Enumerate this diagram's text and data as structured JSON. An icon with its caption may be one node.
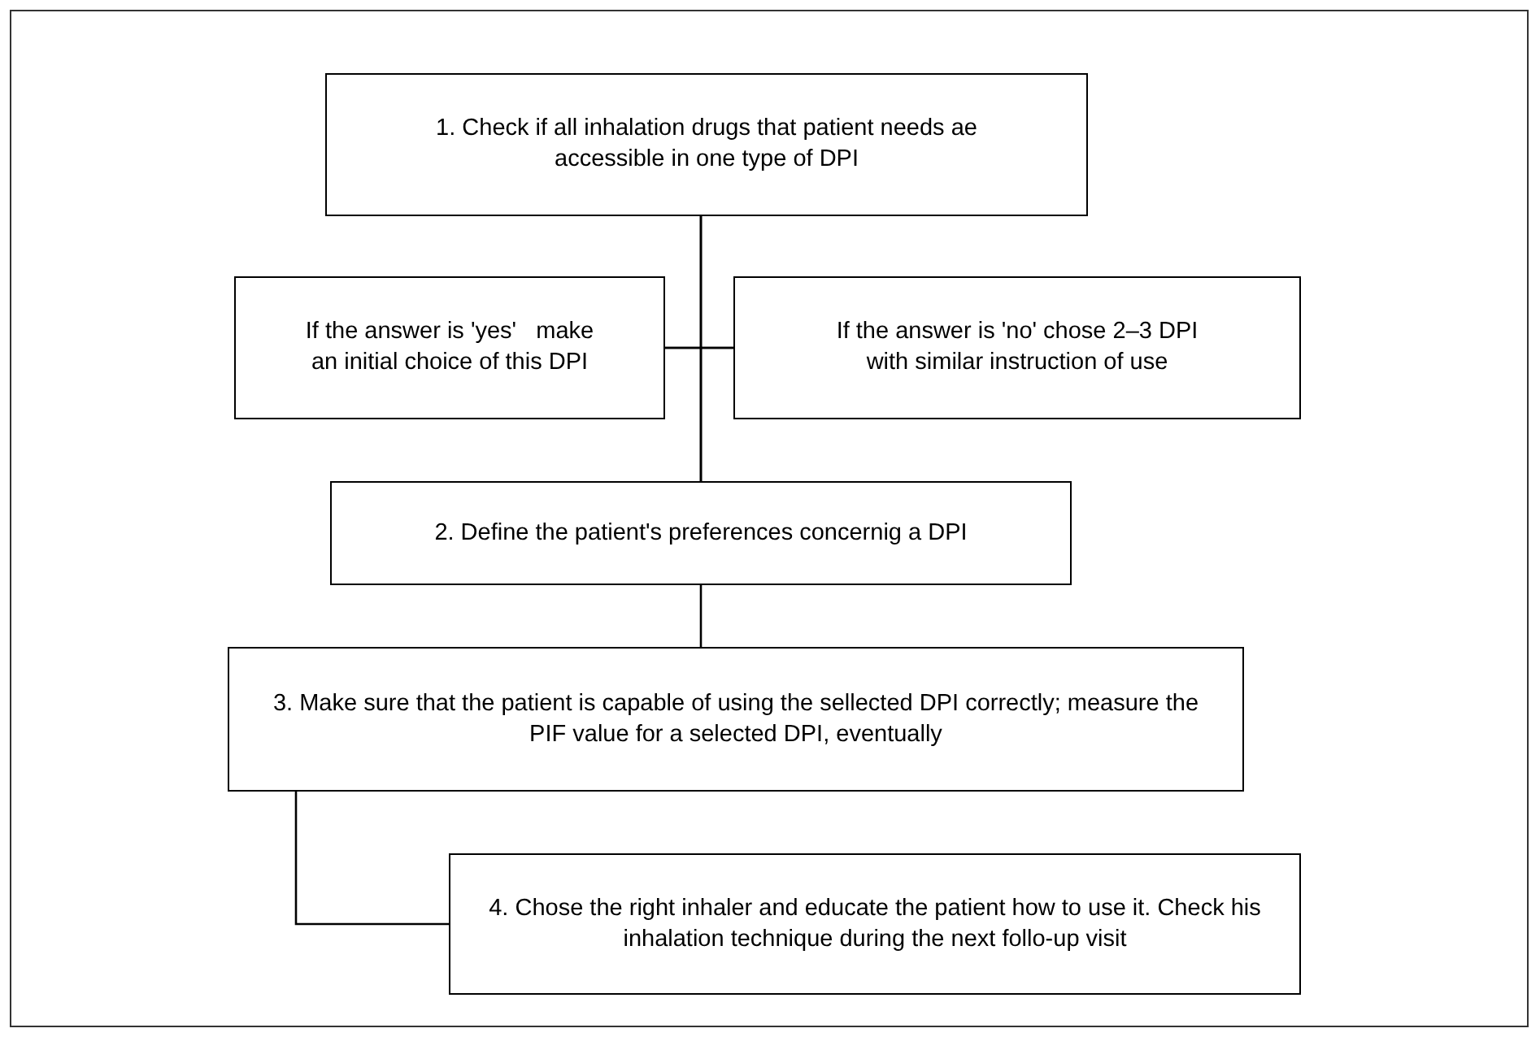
{
  "diagram": {
    "nodes": [
      {
        "text": [
          "1. Check if all inhalation drugs that patient needs ae accessible in one type of DPI"
        ]
      },
      {
        "text": [
          "If the answer is 'yes'   make an initial choice of this DPI"
        ]
      },
      {
        "text": [
          "If the answer is 'no' chose 2–3 DPI with similar instruction of use"
        ]
      },
      {
        "text": [
          "2. Define the patient's preferences concernig a DPI"
        ]
      },
      {
        "text": [
          "3. Make sure that the patient is capable of using the sellected DPI correctly; measure the PIF value for a selected DPI, eventually"
        ]
      },
      {
        "text": [
          "4. Chose the right inhaler and educate the patient how to use it. Check his inhalation technique during the next follo-up visit"
        ]
      }
    ],
    "edges": [
      {
        "from": 0,
        "to": 1,
        "arrow": "none"
      },
      {
        "from": 0,
        "to": 2,
        "arrow": "none"
      },
      {
        "from": 1,
        "to": 3,
        "arrow": "none"
      },
      {
        "from": 2,
        "to": 3,
        "arrow": "none"
      },
      {
        "from": 3,
        "to": 4,
        "arrow": "none"
      },
      {
        "from": 4,
        "to": 5,
        "arrow": "none"
      }
    ]
  }
}
